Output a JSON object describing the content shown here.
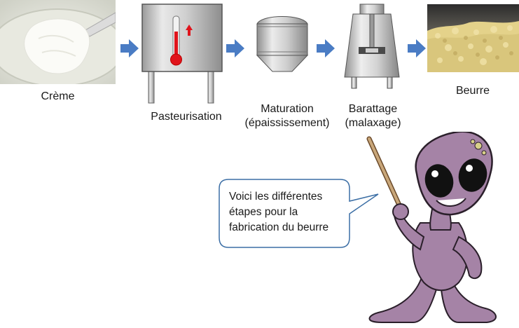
{
  "steps": [
    {
      "label": "Crème"
    },
    {
      "label": "Pasteurisation"
    },
    {
      "label_line1": "Maturation",
      "label_line2": "(épaississement)"
    },
    {
      "label_line1": "Barattage",
      "label_line2": "(malaxage)"
    },
    {
      "label": "Beurre"
    }
  ],
  "speech_bubble": {
    "line1": "Voici les différentes",
    "line2": "étapes pour la",
    "line3": "fabrication du beurre"
  },
  "colors": {
    "arrow": "#4a7cc4",
    "tank_gray": "#c8c8c8",
    "thermo_red": "#e0131b",
    "alien_purple": "#a583a6",
    "bubble_border": "#3b6ea5",
    "butter": "#e7d58d"
  }
}
